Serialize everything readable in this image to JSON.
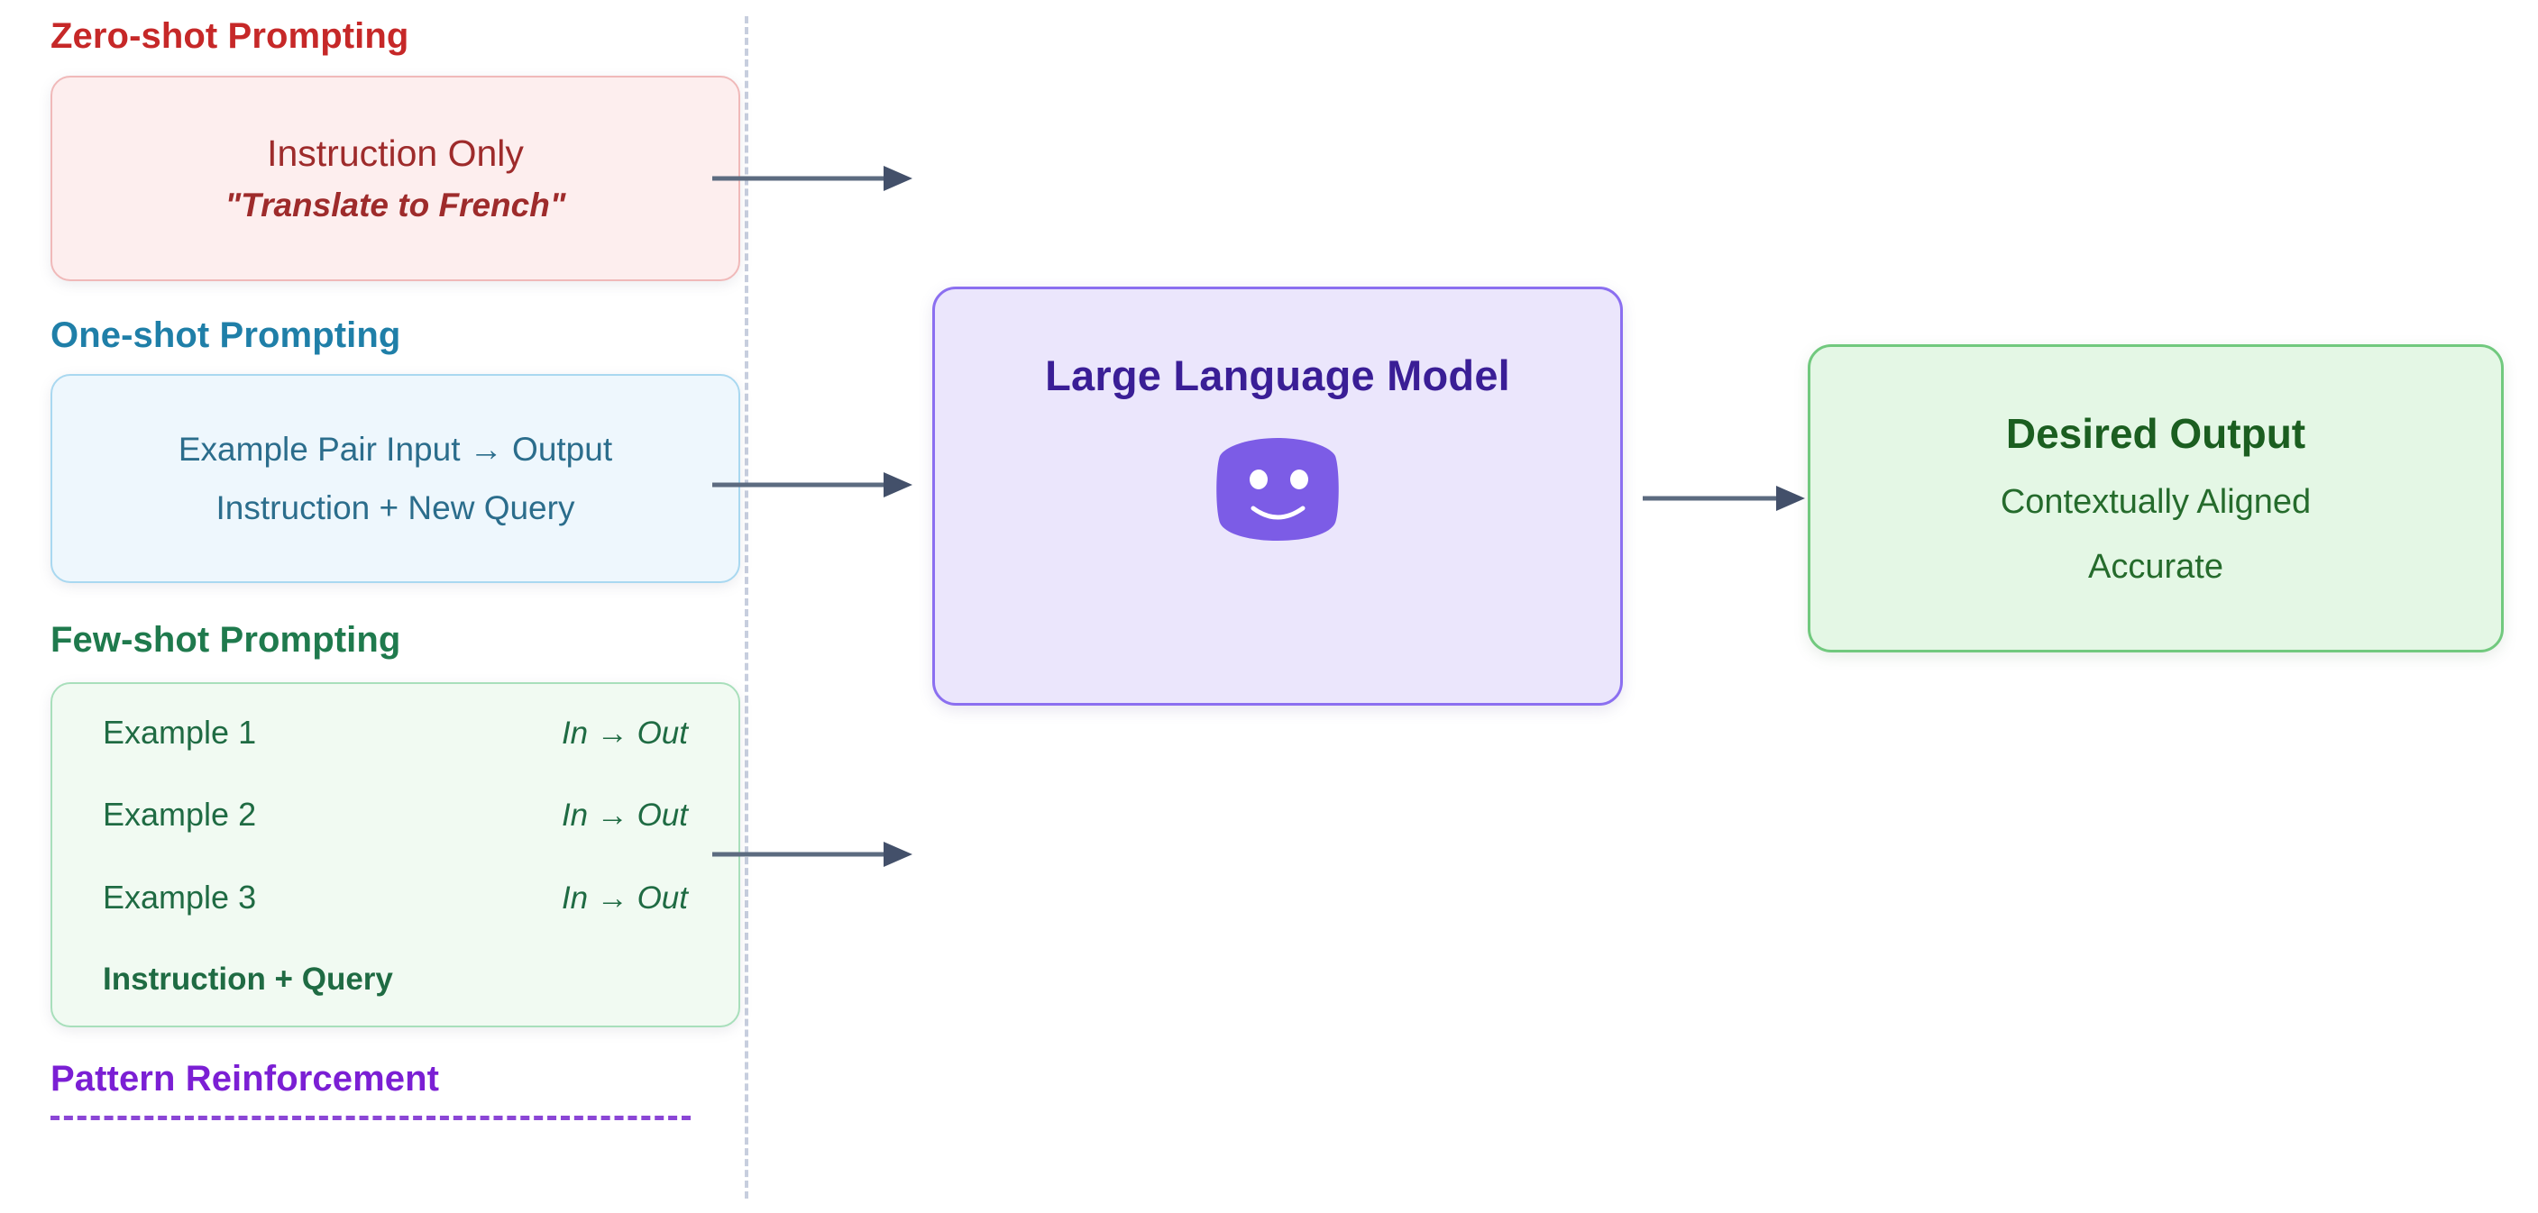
{
  "sections": {
    "zero_shot": {
      "title": "Zero-shot Prompting",
      "line1": "Instruction Only",
      "line2": "\"Translate to French\"",
      "color": "#c62828"
    },
    "one_shot": {
      "title": "One-shot Prompting",
      "line1": "Example Pair Input → Output",
      "line2": "Instruction + New Query",
      "color": "#1f7fa8"
    },
    "few_shot": {
      "title": "Few-shot Prompting",
      "color": "#1f7a4d",
      "rows": [
        {
          "label": "Example 1",
          "value": "In → Out"
        },
        {
          "label": "Example 2",
          "value": "In → Out"
        },
        {
          "label": "Example 3",
          "value": "In → Out"
        }
      ],
      "footer": "Instruction + Query"
    },
    "pattern": {
      "title": "Pattern Reinforcement",
      "color": "#7B1FD4"
    }
  },
  "model": {
    "title": "Large Language Model",
    "face_icon": "smiley-face-icon",
    "box_fill": "#ebe6fc",
    "box_border": "#8b6ff0",
    "face_color": "#7c5ce6"
  },
  "output": {
    "title": "Desired Output",
    "line1": "Contextually Aligned",
    "line2": "Accurate",
    "box_fill": "#e4f7e5",
    "box_border": "#71c97e"
  },
  "arrows": {
    "color": "#5c6b80",
    "labels": [
      "zero-shot-to-model-arrow",
      "one-shot-to-model-arrow",
      "few-shot-to-model-arrow",
      "model-to-output-arrow"
    ]
  }
}
